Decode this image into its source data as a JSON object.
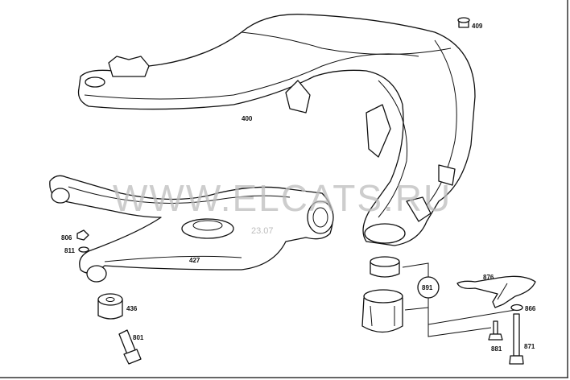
{
  "diagram": {
    "watermark": "WWW.ELCATS.RU",
    "watermark_date": "23.07",
    "labels": {
      "p400": "400",
      "p409": "409",
      "p427": "427",
      "p806": "806",
      "p811": "811",
      "p436": "436",
      "p801": "801",
      "p891": "891",
      "p876": "876",
      "p866": "866",
      "p881": "881",
      "p871": "871"
    }
  }
}
